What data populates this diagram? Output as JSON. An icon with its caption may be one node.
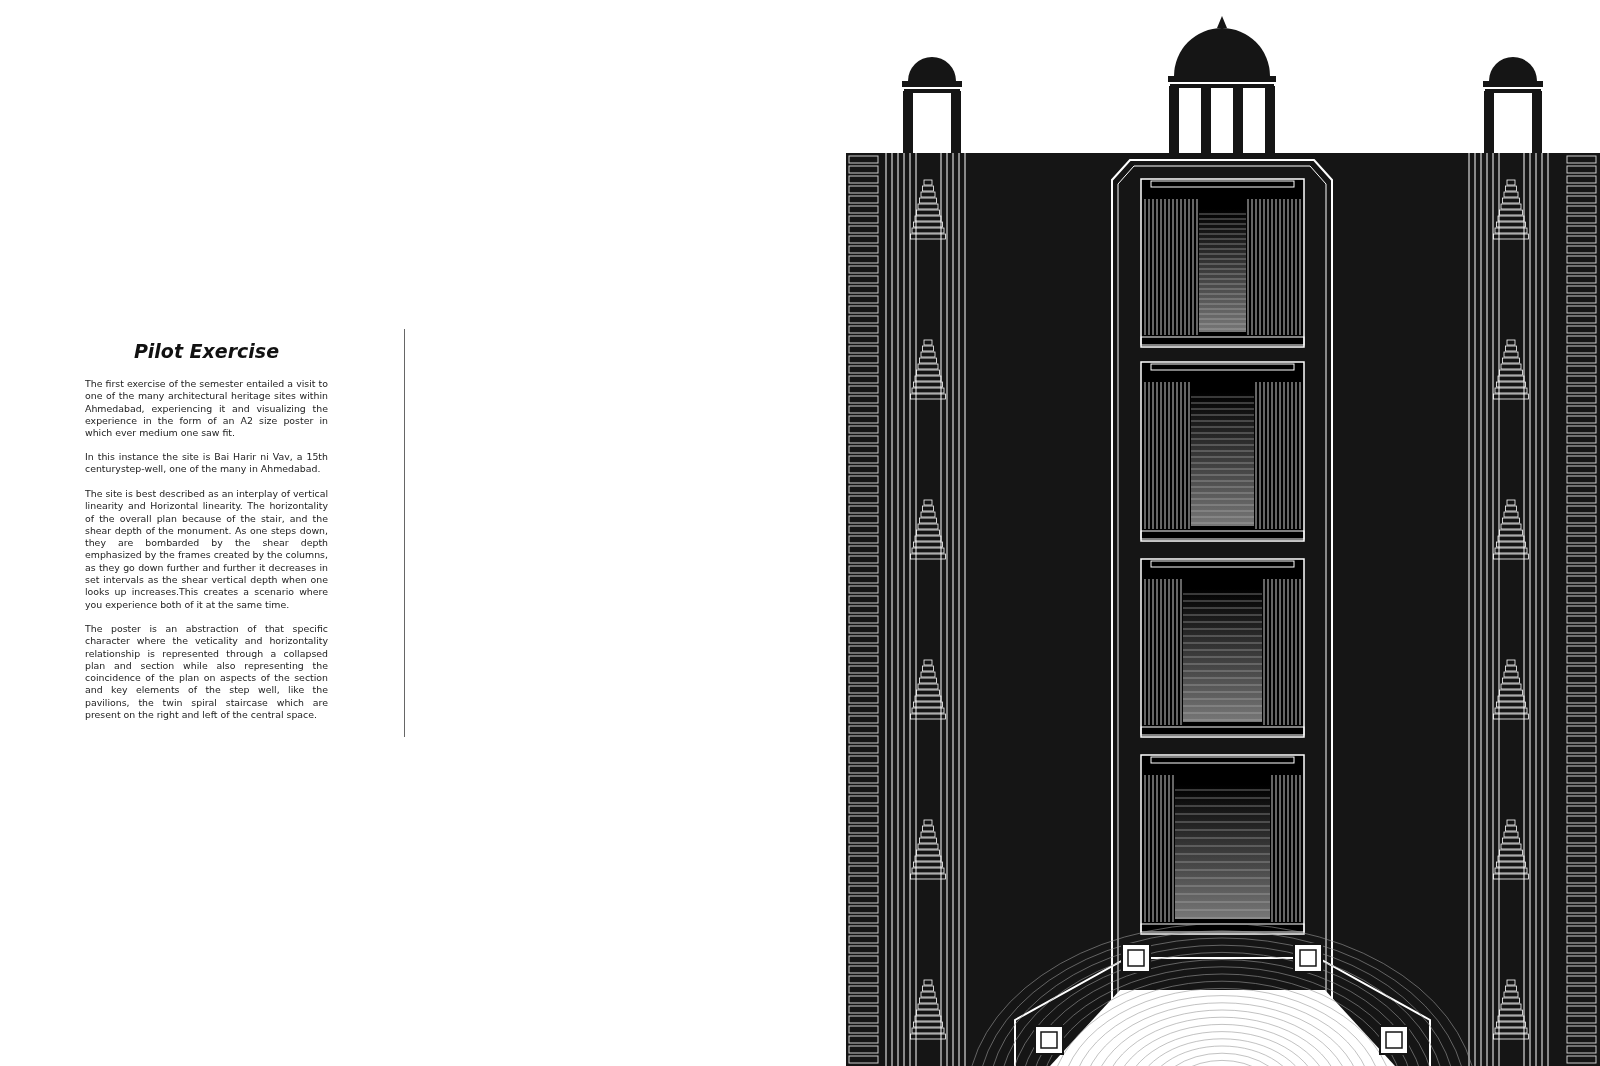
{
  "diagram": {
    "title": "Pilot Exercise",
    "labels": [
      "The first exercise of the semester entailed a visit to one of the many architectural heritage sites within Ahmedabad, experiencing it and visualizing the experience in the form of an A2 size poster in which ever medium one saw fit.",
      "In this instance the site is Bai Harir ni Vav, a 15th centurystep-well, one of the many in Ahmedabad.",
      "The site is best described as an interplay of vertical linearity and Horizontal linearity. The horizontality of the overall plan because of the stair, and the shear depth of the monument. As one steps down, they are bombarded by the shear depth emphasized by the frames created by the columns, as they go down further and further it decreases in set intervals as the shear vertical depth when one looks up increases.This creates a scenario where you experience both of it at the same time.",
      "The poster is an abstraction of that specific character where the veticality and horizontality relationship is represented through a collapsed plan and section while also representing the coincidence of the plan on aspects of the section and key elements of the step well, like the pavilions, the twin spiral staircase which are present on the right and left of the central space."
    ]
  }
}
